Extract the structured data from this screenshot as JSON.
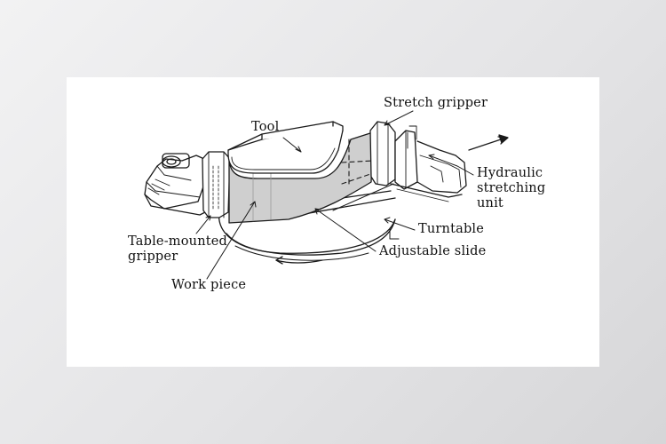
{
  "diagram": {
    "labels": {
      "tool": "Tool",
      "stretch_gripper": "Stretch  gripper",
      "hydraulic_unit": "Hydraulic\nstretching\nunit",
      "turntable": "Turntable",
      "adjustable_slide": "Adjustable  slide",
      "table_mounted_gripper": "Table-mounted\ngripper",
      "work_piece": "Work  piece"
    }
  }
}
